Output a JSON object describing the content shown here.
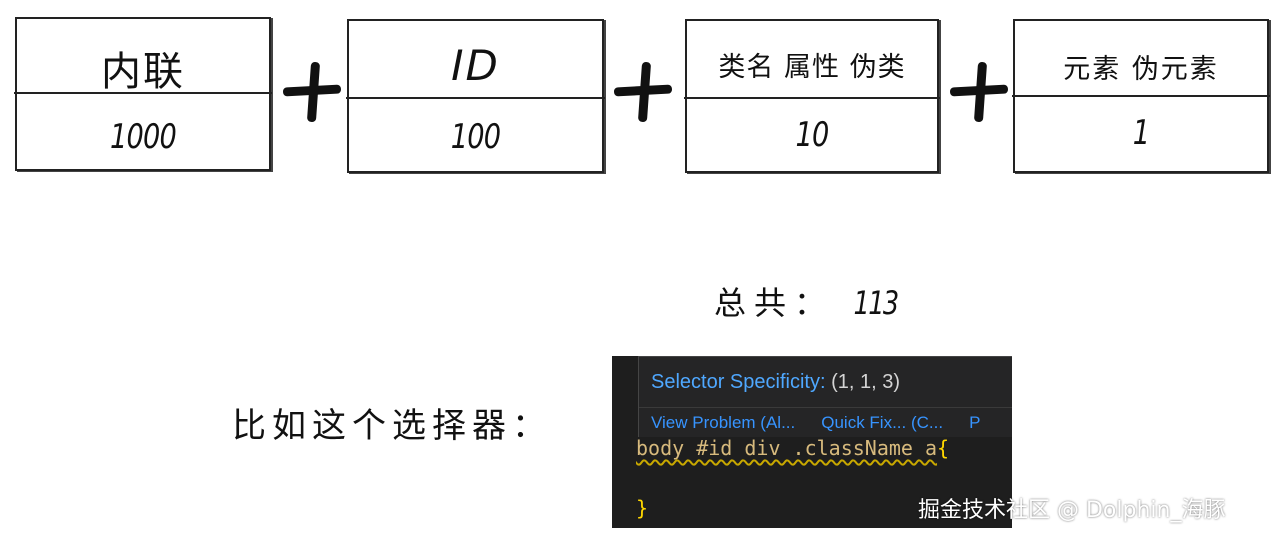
{
  "boxes": [
    {
      "label": "内联",
      "weight": "1000"
    },
    {
      "label": "ID",
      "weight": "100"
    },
    {
      "label": "类名 属性 伪类",
      "weight": "10"
    },
    {
      "label": "元素 伪元素",
      "weight": "1"
    }
  ],
  "total": {
    "label": "总共：",
    "value": "113"
  },
  "example": {
    "label": "比如这个选择器："
  },
  "editor": {
    "hover_key": "Selector Specificity:",
    "hover_value": "(1, 1, 3)",
    "actions": [
      "View Problem (Al...",
      "Quick Fix... (C...",
      "P"
    ],
    "code_selector": "body #id div .className a",
    "code_open_brace": "{",
    "code_close_brace": "}"
  },
  "watermark": "掘金技术社区 @ Dolphin_海豚",
  "colors": {
    "editor_bg": "#1e1e1e",
    "hover_bg": "#252526",
    "hover_key": "#4fa8ff",
    "link": "#3794ff",
    "selector": "#d7ba7d",
    "brace": "#ffd700"
  }
}
